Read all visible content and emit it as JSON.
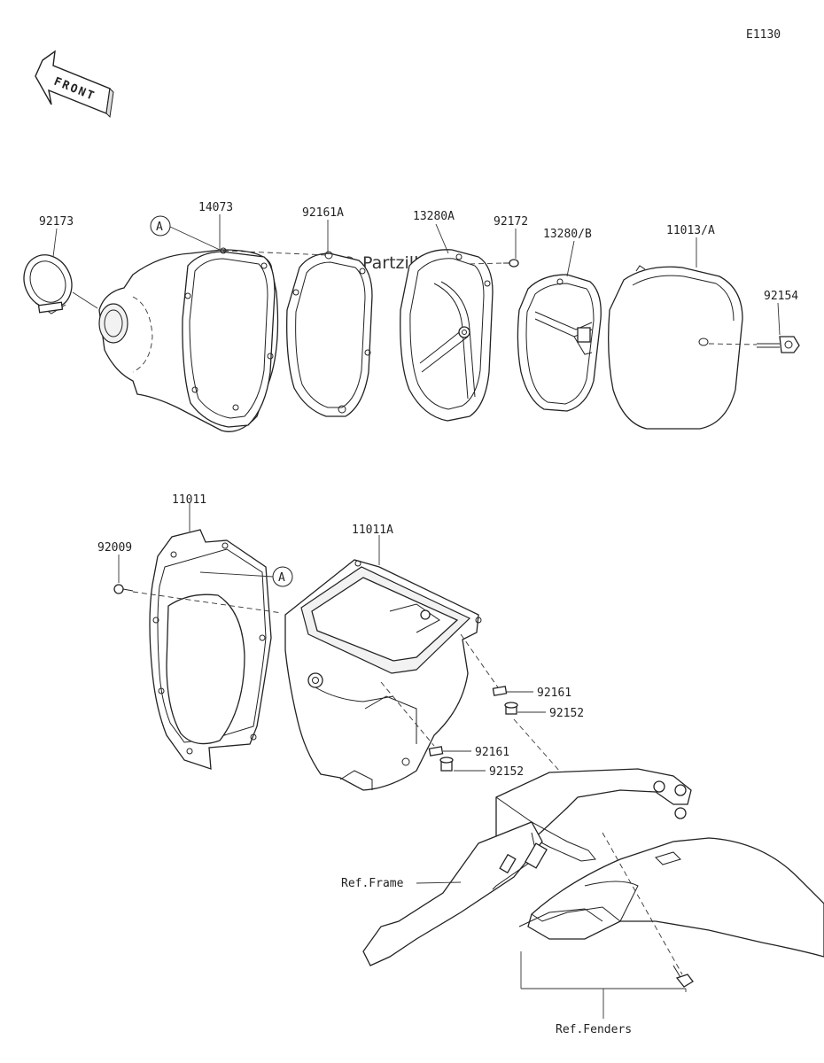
{
  "diagram_code": "E1130",
  "front_arrow_text": "FRONT",
  "watermark": "© Partzilla.com",
  "ref_marker": "A",
  "parts": {
    "p92173": "92173",
    "p14073": "14073",
    "p92161A": "92161A",
    "p13280A": "13280A",
    "p92172": "92172",
    "p13280B": "13280/B",
    "p11013A": "11013/A",
    "p92154": "92154",
    "p11011": "11011",
    "p92009": "92009",
    "p11011A": "11011A",
    "p92161_upper": "92161",
    "p92152_upper": "92152",
    "p92161_lower": "92161",
    "p92152_lower": "92152"
  },
  "refs": {
    "frame": "Ref.Frame",
    "fenders": "Ref.Fenders"
  }
}
